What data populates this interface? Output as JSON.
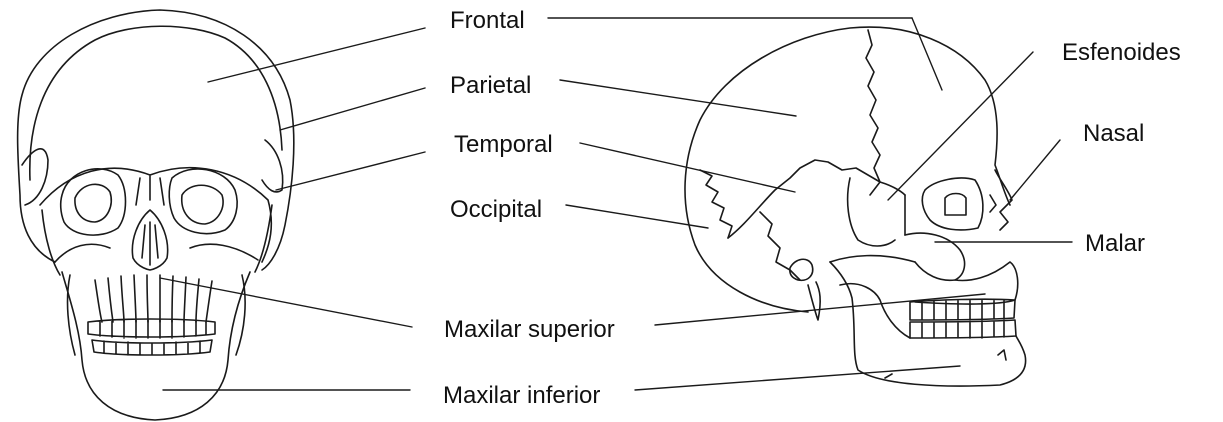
{
  "labels": {
    "frontal": "Frontal",
    "parietal": "Parietal",
    "temporal": "Temporal",
    "occipital": "Occipital",
    "maxilar_superior": "Maxilar superior",
    "maxilar_inferior": "Maxilar inferior",
    "esfenoides": "Esfenoides",
    "nasal": "Nasal",
    "malar": "Malar"
  },
  "colors": {
    "line": "#1a1a1a",
    "label_text": "#111111",
    "background": "#ffffff"
  }
}
